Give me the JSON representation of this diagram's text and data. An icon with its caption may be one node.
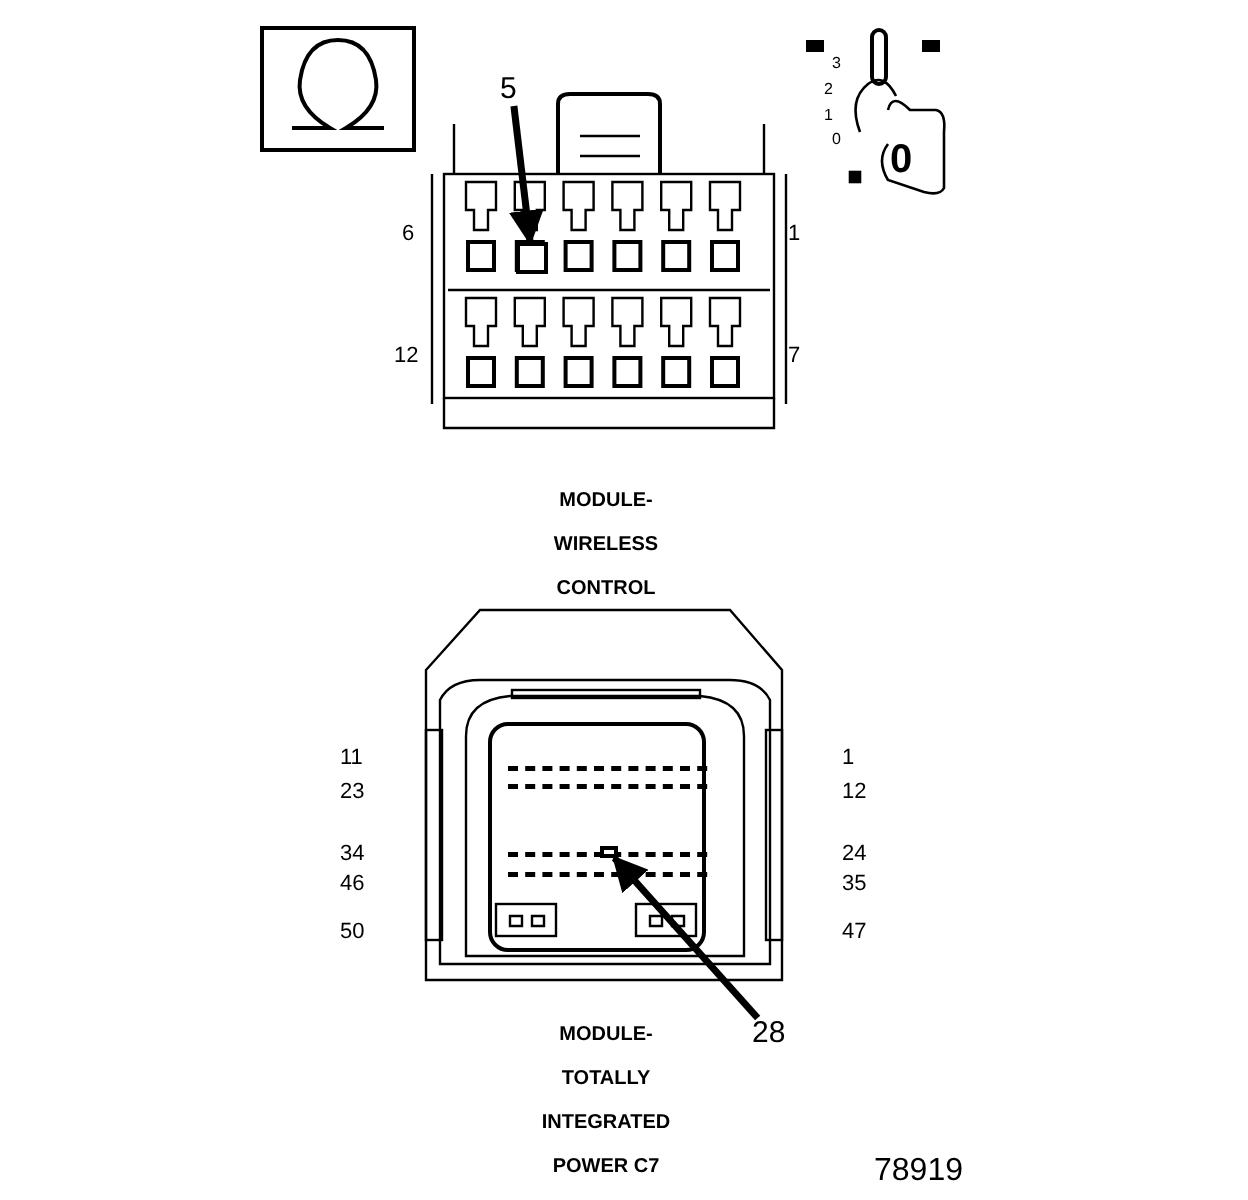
{
  "diagram": {
    "nodes": [
      {
        "text": [
          "5"
        ]
      },
      {
        "text": [],
        "shape": "box"
      },
      {
        "text": [
          "28"
        ]
      },
      {
        "text": [],
        "shape": "box"
      }
    ],
    "edges": [
      {
        "from": 0,
        "to": 1,
        "arrow": "to"
      },
      {
        "from": 2,
        "to": 3,
        "arrow": "to"
      }
    ],
    "labels": [
      "3",
      "2",
      "1",
      "0",
      "0",
      "6",
      "1",
      "12",
      "7",
      "MODULE- WIRELESS CONTROL",
      "11",
      "1",
      "23",
      "12",
      "34",
      "24",
      "46",
      "35",
      "50",
      "47",
      "MODULE- TOTALLY INTEGRATED POWER C7",
      "78919"
    ]
  }
}
